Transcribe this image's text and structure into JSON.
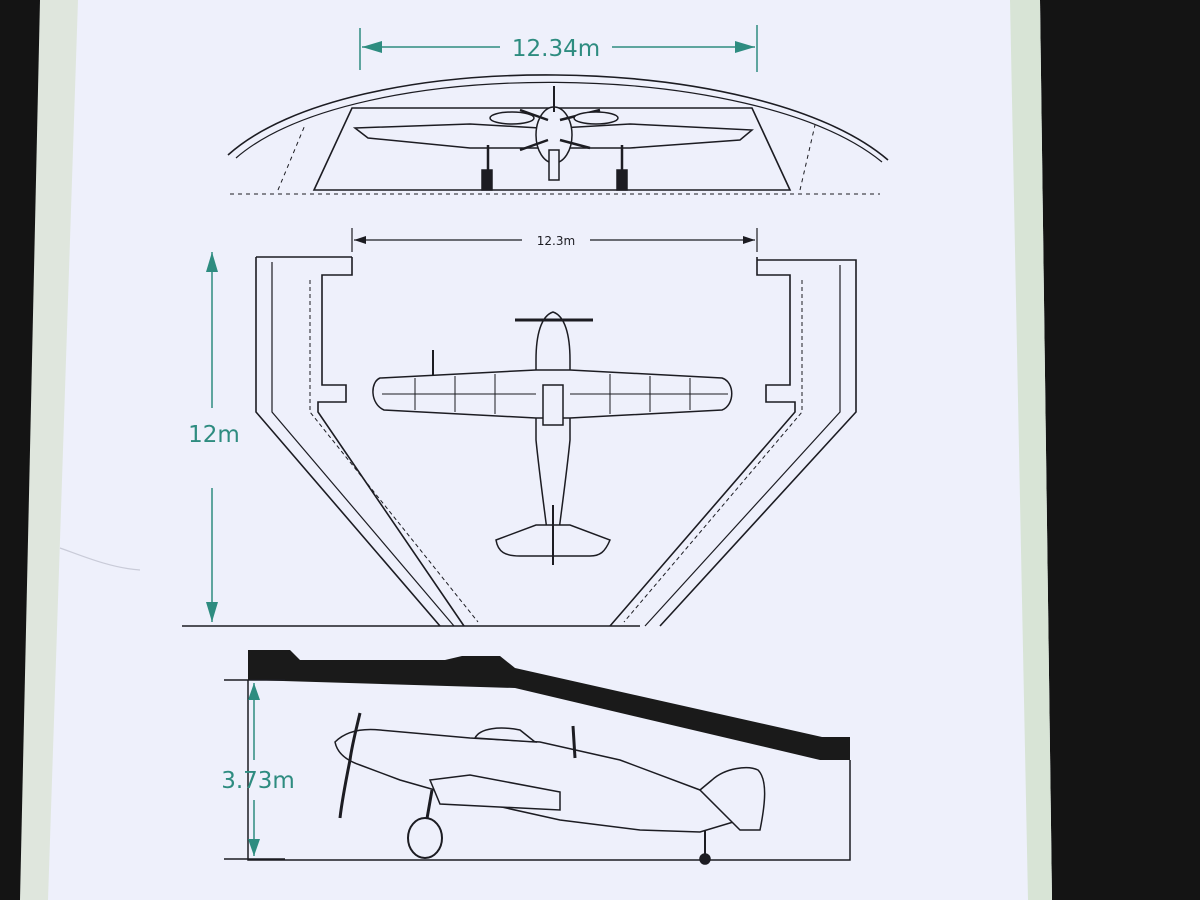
{
  "figure": {
    "front_view": {
      "width_label": "12.34m"
    },
    "top_view": {
      "width_label": "12.3m",
      "depth_label": "12m"
    },
    "side_view": {
      "height_label": "3.73m"
    }
  },
  "colors": {
    "paper": "#eef0fb",
    "ink": "#1c1c22",
    "dimension": "#2e8c80",
    "background": "#141414"
  }
}
